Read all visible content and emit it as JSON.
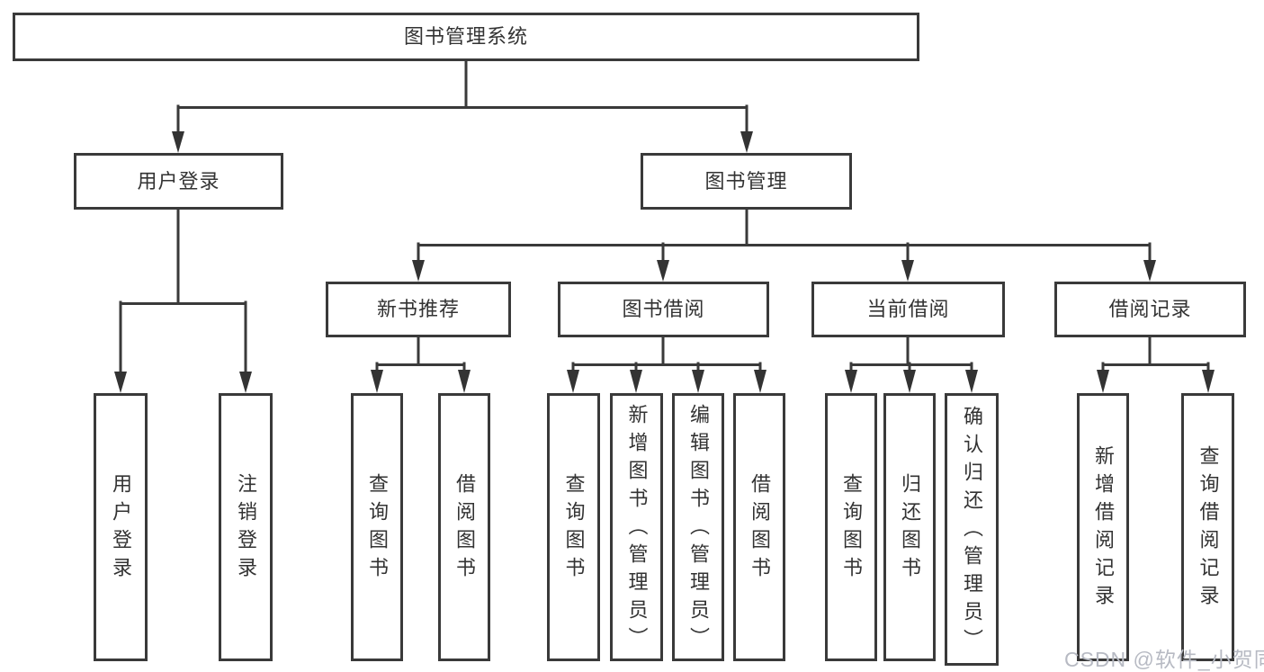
{
  "title": "图书管理系统",
  "watermark": "CSDN @软件_小贺同学",
  "colors": {
    "line": "#3a3a3a",
    "text": "#333333",
    "background": "#ffffff",
    "watermark": "#b7bac3"
  },
  "nodes": {
    "root": "图书管理系统",
    "user_login": "用户登录",
    "book_mgmt": "图书管理",
    "new_book_rec": "新书推荐",
    "book_borrow": "图书借阅",
    "current_borrow": "当前借阅",
    "borrow_records": "借阅记录",
    "ul_login": "用户登录",
    "ul_logout": "注销登录",
    "nbr_query": "查询图书",
    "nbr_borrow": "借阅图书",
    "bb_query": "查询图书",
    "bb_add": "新增图书（管理员）",
    "bb_edit": "编辑图书（管理员）",
    "bb_borrow": "借阅图书",
    "cb_query": "查询图书",
    "cb_return": "归还图书",
    "cb_confirm": "确认归还（管理员）",
    "br_add": "新增借阅记录",
    "br_query": "查询借阅记录"
  },
  "hierarchy": {
    "图书管理系统": [
      "用户登录",
      "图书管理"
    ],
    "用户登录": [
      "用户登录",
      "注销登录"
    ],
    "图书管理": [
      "新书推荐",
      "图书借阅",
      "当前借阅",
      "借阅记录"
    ],
    "新书推荐": [
      "查询图书",
      "借阅图书"
    ],
    "图书借阅": [
      "查询图书",
      "新增图书（管理员）",
      "编辑图书（管理员）",
      "借阅图书"
    ],
    "当前借阅": [
      "查询图书",
      "归还图书",
      "确认归还（管理员）"
    ],
    "借阅记录": [
      "新增借阅记录",
      "查询借阅记录"
    ]
  }
}
